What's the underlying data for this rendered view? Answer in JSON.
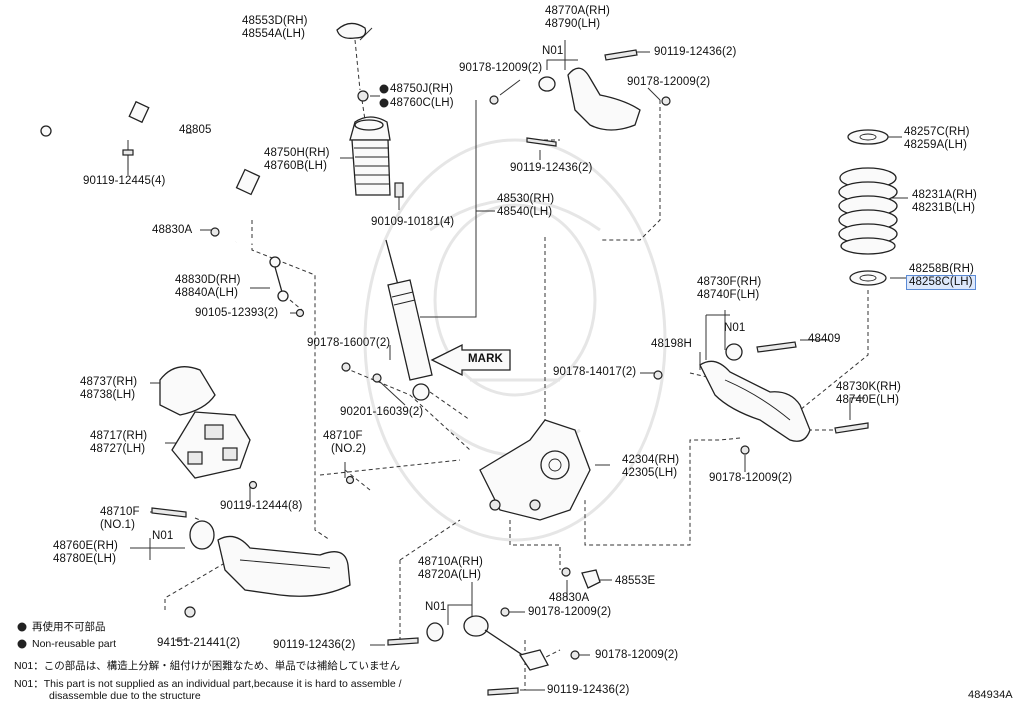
{
  "diagram_code": "484934A",
  "labels": {
    "p48553": [
      "48553D(RH)",
      "48554A(LH)"
    ],
    "p48805": "48805",
    "p90119_12445": "90119-12445(4)",
    "p48750j": "48750J(RH)",
    "p48760c": "48760C(LH)",
    "p48750h": [
      "48750H(RH)",
      "48760B(LH)"
    ],
    "p90109": "90109-10181(4)",
    "p48530": [
      "48530(RH)",
      "48540(LH)"
    ],
    "p48830a_top": "48830A",
    "p48830d": [
      "48830D(RH)",
      "48840A(LH)"
    ],
    "p90105": "90105-12393(2)",
    "p48770a": [
      "48770A(RH)",
      "48790(LH)"
    ],
    "n01_top": "N01",
    "p90119_12436_a": "90119-12436(2)",
    "p90178_12009_a": "90178-12009(2)",
    "p90178_12009_b": "90178-12009(2)",
    "p90119_12436_b": "90119-12436(2)",
    "p48257c": [
      "48257C(RH)",
      "48259A(LH)"
    ],
    "p48231a": [
      "48231A(RH)",
      "48231B(LH)"
    ],
    "p48258b": "48258B(RH)",
    "p48258c": "48258C(LH)",
    "p90178_16007": "90178-16007(2)",
    "mark": "MARK",
    "p90201": "90201-16039(2)",
    "p48730f": [
      "48730F(RH)",
      "48740F(LH)"
    ],
    "n01_mid": "N01",
    "p48409": "48409",
    "p48198h": "48198H",
    "p90178_14017": "90178-14017(2)",
    "p48737": [
      "48737(RH)",
      "48738(LH)"
    ],
    "p48717": [
      "48717(RH)",
      "48727(LH)"
    ],
    "p90119_12444": "90119-12444(8)",
    "p48710f_no2": [
      "48710F",
      "(NO.2)"
    ],
    "p48730k": [
      "48730K(RH)",
      "48740E(LH)"
    ],
    "p42304": [
      "42304(RH)",
      "42305(LH)"
    ],
    "p90178_12009_c": "90178-12009(2)",
    "p48710f_no1": [
      "48710F",
      "(NO.1)"
    ],
    "p48760e": [
      "48760E(RH)",
      "48780E(LH)"
    ],
    "n01_left": "N01",
    "p48553e": "48553E",
    "p48830a_bot": "48830A",
    "p48710a": [
      "48710A(RH)",
      "48720A(LH)"
    ],
    "n01_bot": "N01",
    "p90178_12009_d": "90178-12009(2)",
    "p90178_12009_e": "90178-12009(2)",
    "p94151": "94151-21441(2)",
    "p90119_12436_c": "90119-12436(2)",
    "p90119_12436_d": "90119-12436(2)"
  },
  "legend": {
    "reuse_jp": "再使用不可部品",
    "nonreuse_en": "Non-reusable part",
    "note_jp": "N01：この部品は、構造上分解・組付けが困難なため、単品では補給していません",
    "note_en_1": "N01：This part is not supplied as an individual part,because it is hard to assemble /",
    "note_en_2": "disassemble due to the structure"
  },
  "highlight_color": "#5b8bd6"
}
